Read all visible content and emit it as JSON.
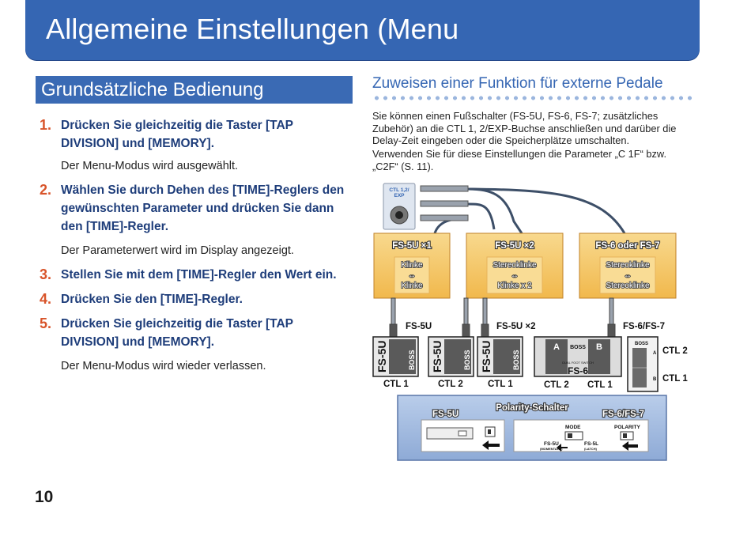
{
  "header": {
    "title": "Allgemeine Einstellungen (Menu"
  },
  "left": {
    "section_title": "Grundsätzliche Bedienung",
    "steps": [
      {
        "num": "1.",
        "text": "Drücken Sie gleichzeitig die Taster [TAP DIVISION] und [MEMORY].",
        "sub": "Der Menu-Modus wird ausgewählt."
      },
      {
        "num": "2.",
        "text": "Wählen Sie durch Dehen des [TIME]-Reglers den gewünschten Parameter und drücken Sie dann den [TIME]-Regler.",
        "sub": "Der Parameterwert wird im Display angezeigt."
      },
      {
        "num": "3.",
        "text": "Stellen Sie mit dem [TIME]-Regler den Wert ein.",
        "sub": ""
      },
      {
        "num": "4.",
        "text": "Drücken Sie den [TIME]-Regler.",
        "sub": ""
      },
      {
        "num": "5.",
        "text": "Drücken Sie gleichzeitig die Taster [TAP DIVISION] und [MEMORY].",
        "sub": "Der Menu-Modus wird wieder verlassen."
      }
    ]
  },
  "right": {
    "title": "Zuweisen einer Funktion für externe Pedale",
    "para1": "Sie können einen Fußschalter (FS-5U, FS-6, FS-7; zusätzliches Zubehör) an die CTL 1, 2/EXP-Buchse anschließen und darüber die Delay-Zeit eingeben oder die Speicherplätze umschalten.",
    "para2": "Verwenden Sie für diese Einstellungen die Parameter „C 1F“ bzw. „C2F“ (S. 11)."
  },
  "diagram": {
    "jack_label_1": "CTL 1,2/",
    "jack_label_2": "EXP",
    "boxes": [
      {
        "title": "FS-5U ×1",
        "line1": "Klinke",
        "arrow": "↔",
        "line2": "Klinke"
      },
      {
        "title": "FS-5U ×2",
        "line1": "Stereoklinke",
        "arrow": "↔",
        "line2": "Klinke x 2"
      },
      {
        "title": "FS-6 oder FS-7",
        "line1": "Stereoklinke",
        "arrow": "↔",
        "line2": "Stereoklinke"
      }
    ],
    "device_labels": [
      "FS-5U",
      "FS-5U ×2",
      "FS-6/FS-7"
    ],
    "pedal_text": "FS-5U",
    "brand": "BOSS",
    "ctl_labels": [
      "CTL 1",
      "CTL 2",
      "CTL 1",
      "CTL 2",
      "CTL 1"
    ],
    "fs7_ctl2": "CTL 2",
    "fs7_ctl1": "CTL 1",
    "fs6_name": "FS-6",
    "fs6_sub": "DUAL FOOT SWITCH",
    "fs6_a": "A",
    "fs6_b": "B",
    "fs7_a": "A",
    "fs7_b": "B",
    "polarity": {
      "title": "Polarity-Schalter",
      "left_label": "FS-5U",
      "right_label": "FS-6/FS-7",
      "mode": "MODE",
      "polarity": "POLARITY",
      "fs5u_mode": "FS-5U",
      "fs5u_mode_sub": "(MOMENTARY)",
      "fs5l_mode": "FS-5L",
      "fs5l_mode_sub": "(LATCH)"
    }
  },
  "page_number": "10",
  "colors": {
    "banner": "#3566b3",
    "step_number": "#d8542a",
    "step_text": "#1e3d7a",
    "box_fill": "#f6c764"
  }
}
